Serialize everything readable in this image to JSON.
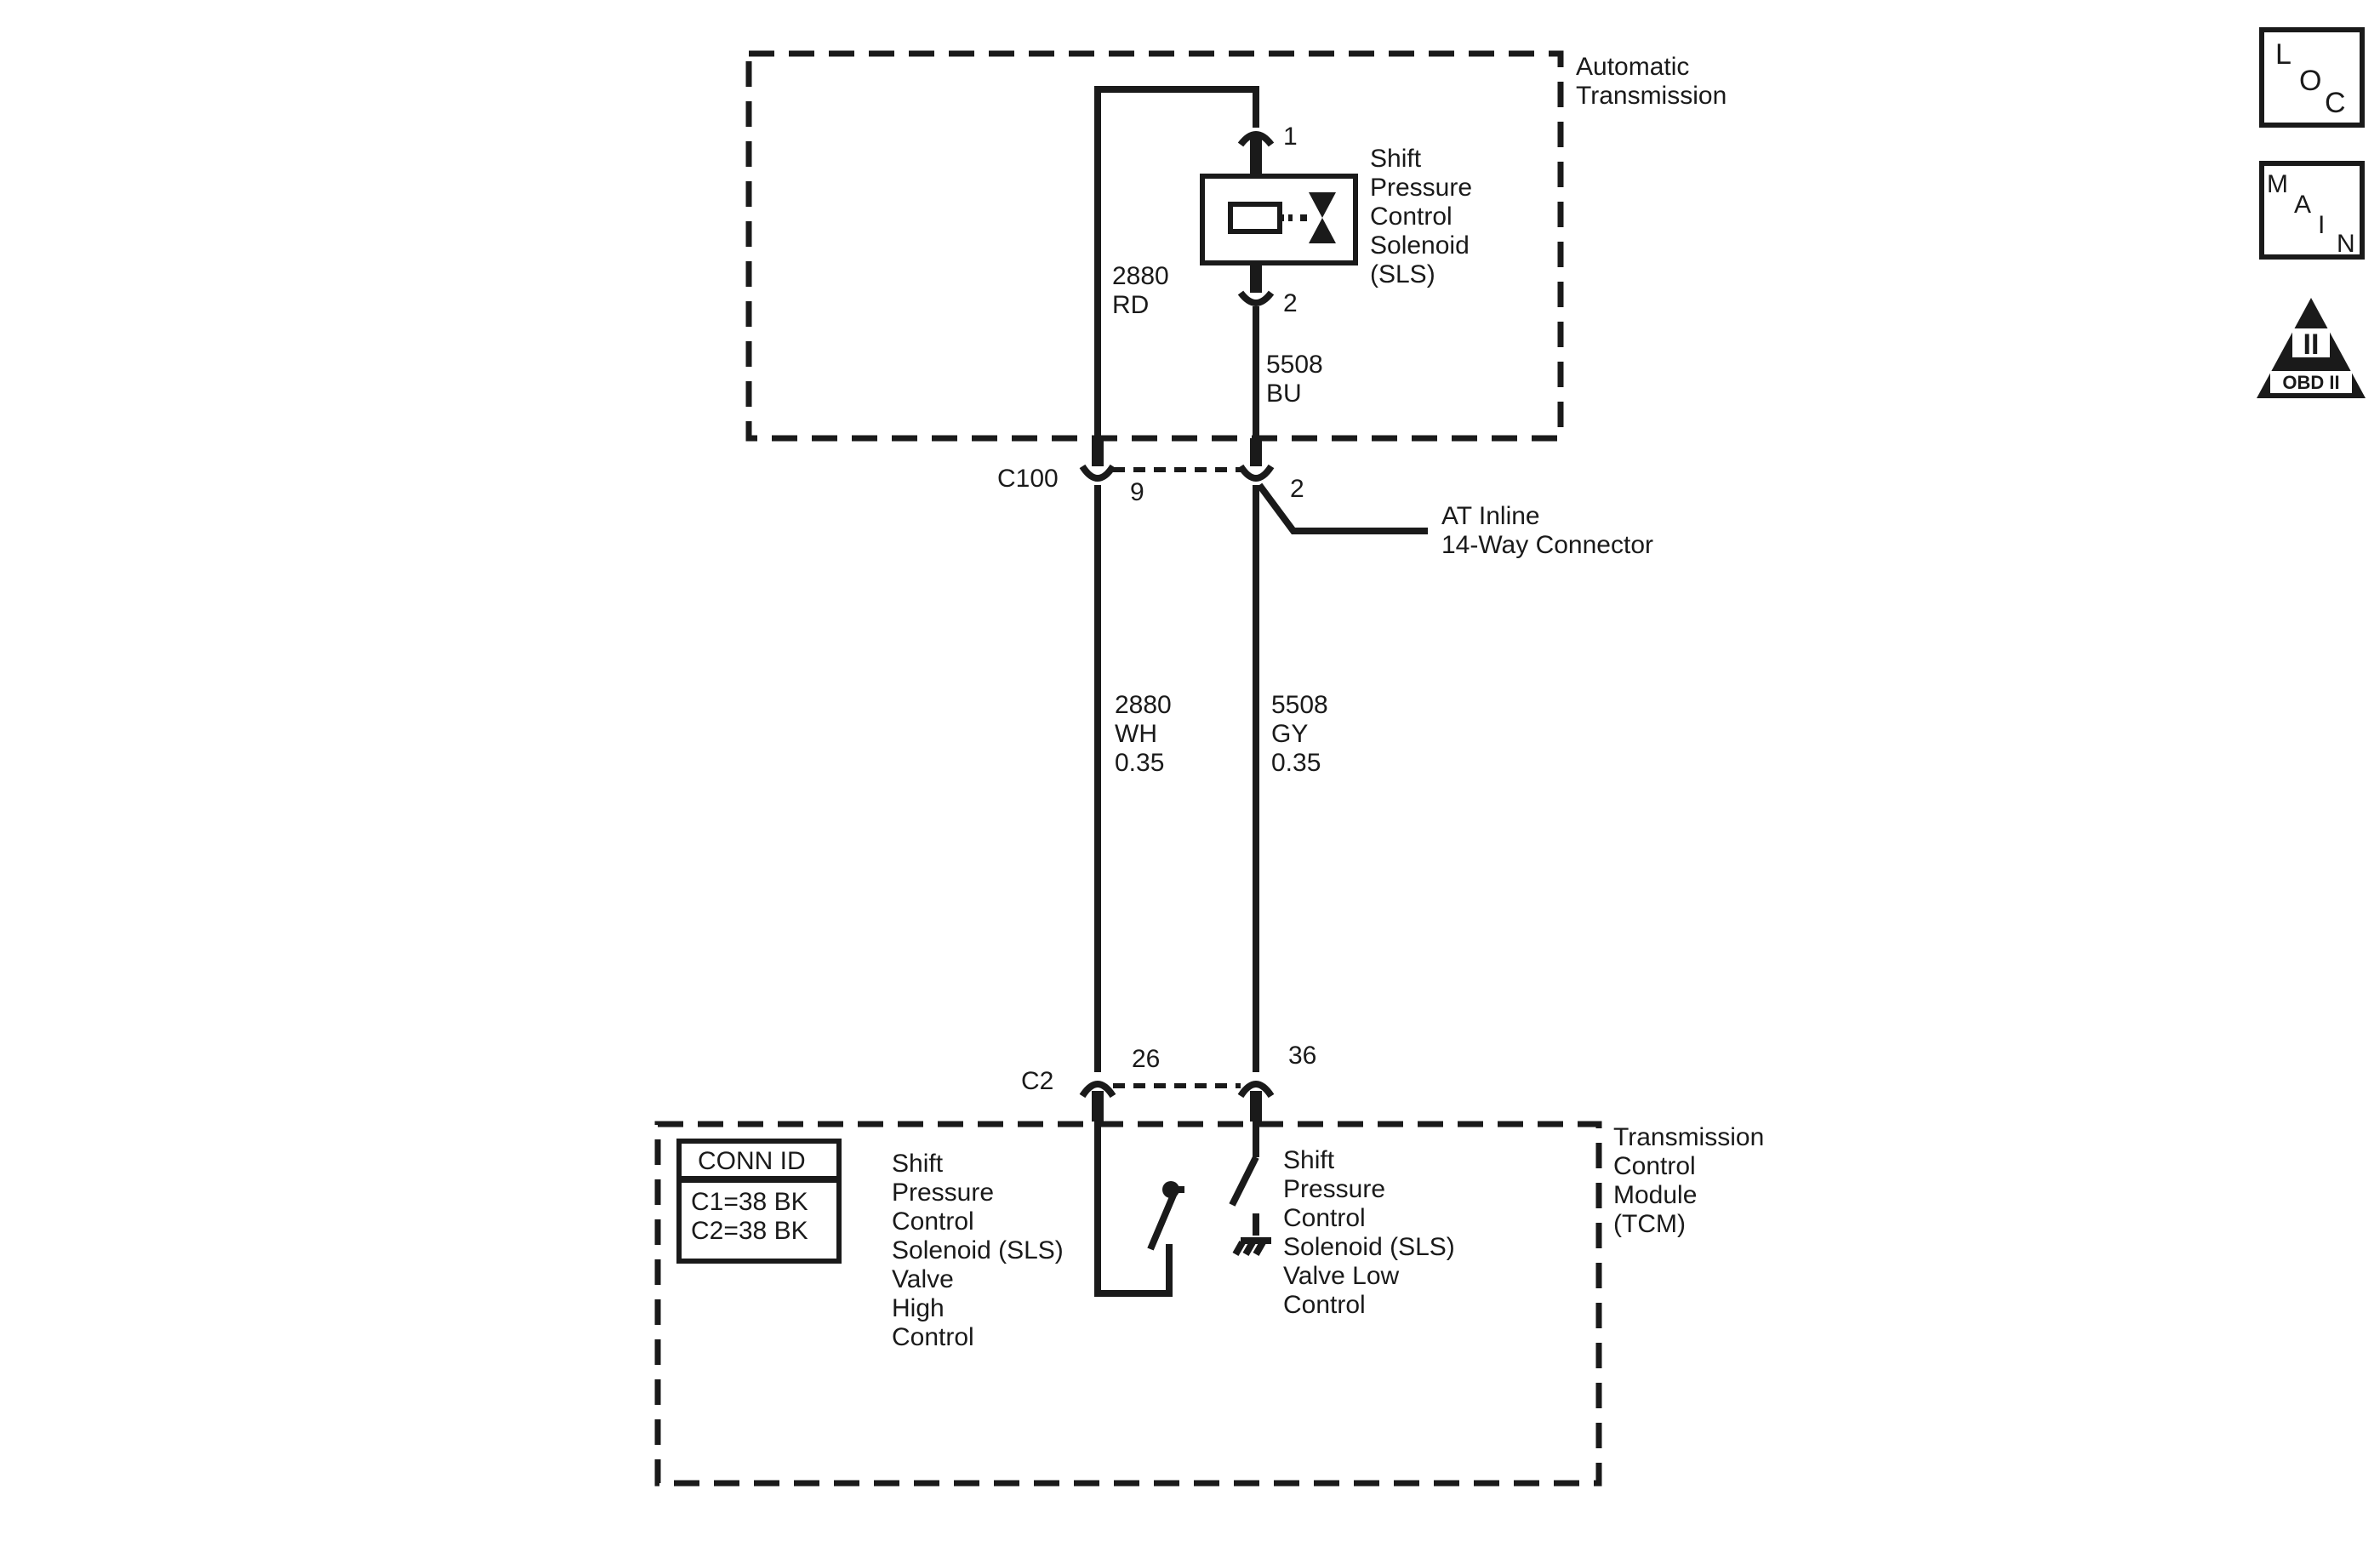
{
  "automatic_transmission": {
    "title_lines": [
      "Automatic",
      "Transmission"
    ]
  },
  "solenoid": {
    "label_lines": [
      "Shift",
      "Pressure",
      "Control",
      "Solenoid",
      "(SLS)"
    ],
    "pin_top": "1",
    "pin_bottom": "2"
  },
  "wires_upper": {
    "left": {
      "circuit": "2880",
      "color": "RD"
    },
    "right": {
      "circuit": "5508",
      "color": "BU"
    }
  },
  "connector_c100": {
    "id": "C100",
    "pin_left": "9",
    "pin_right": "2",
    "desc_lines": [
      "AT Inline",
      "14-Way Connector"
    ]
  },
  "wires_lower": {
    "left": {
      "circuit": "2880",
      "color": "WH",
      "gauge": "0.35"
    },
    "right": {
      "circuit": "5508",
      "color": "GY",
      "gauge": "0.35"
    }
  },
  "connector_c2": {
    "id": "C2",
    "pin_left": "26",
    "pin_right": "36"
  },
  "tcm": {
    "title_lines": [
      "Transmission",
      "Control",
      "Module",
      "(TCM)"
    ],
    "conn_id": {
      "title": "CONN ID",
      "rows": [
        "C1=38 BK",
        "C2=38 BK"
      ]
    },
    "high_control_lines": [
      "Shift",
      "Pressure",
      "Control",
      "Solenoid (SLS)",
      "Valve",
      "High",
      "Control"
    ],
    "low_control_lines": [
      "Shift",
      "Pressure",
      "Control",
      "Solenoid (SLS)",
      "Valve Low",
      "Control"
    ]
  },
  "icons": {
    "loc": {
      "letters": [
        "L",
        "O",
        "C"
      ],
      "name": "loc-icon"
    },
    "main": {
      "letters": [
        "M",
        "A",
        "I",
        "N"
      ],
      "name": "main-icon"
    },
    "obd": {
      "numeral": "II",
      "label": "OBD II",
      "name": "obd-ii-icon"
    }
  }
}
